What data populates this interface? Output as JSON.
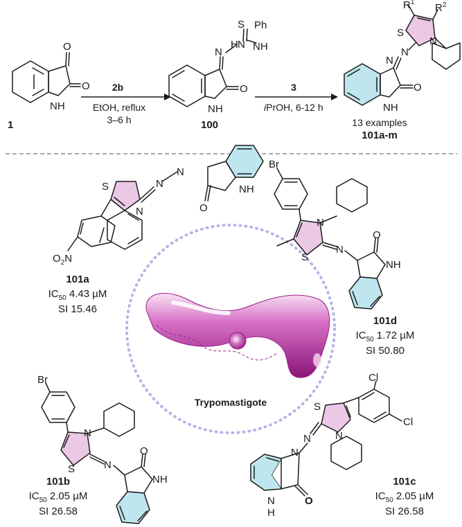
{
  "scheme": {
    "compounds": {
      "isatin": "1",
      "intermediate": "100",
      "products": "101a-m",
      "products_count": "13 examples"
    },
    "step1": {
      "reagent": "2b",
      "solvent": "EtOH, reflux",
      "time": "3–6 h"
    },
    "step2": {
      "reagent": "3",
      "solvent_italic": "i",
      "solvent": "PrOH, 6-12 h"
    },
    "atoms": {
      "O": "O",
      "NH": "NH",
      "H": "H",
      "N": "N",
      "S": "S",
      "Ph": "Ph",
      "R1": "R",
      "R1_sup": "1",
      "R2": "R",
      "R2_sup": "2",
      "Br": "Br",
      "Cl": "Cl",
      "O2N": "O",
      "O2N_sub": "2",
      "O2N_N": "N"
    }
  },
  "parasite": {
    "label": "Trypomastigote"
  },
  "compounds": [
    {
      "id": "101a",
      "ic50_prefix": "IC",
      "ic50_sub": "50",
      "ic50": " 4.43 µM",
      "si": "SI 15.46"
    },
    {
      "id": "101d",
      "ic50_prefix": "IC",
      "ic50_sub": "50",
      "ic50": " 1.72 µM",
      "si": "SI 50.80"
    },
    {
      "id": "101b",
      "ic50_prefix": "IC",
      "ic50_sub": "50",
      "ic50": " 2.05 µM",
      "si": "SI 26.58"
    },
    {
      "id": "101c",
      "ic50_prefix": "IC",
      "ic50_sub": "50",
      "ic50": " 2.05 µM",
      "si": "SI 26.58"
    }
  ],
  "colors": {
    "benzo_ring": "#bfe6ee",
    "thiazole_ring": "#ecc8e7",
    "parasite_dark": "#9c1f86",
    "parasite_light": "#f6d6ef",
    "circle": "#b7b3e8",
    "divider": "#555555"
  }
}
